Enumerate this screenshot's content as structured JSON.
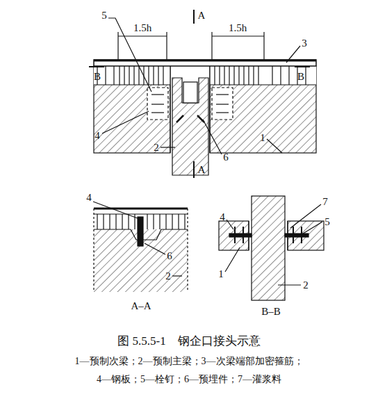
{
  "diagram": {
    "caption": "图 5.5.5-1　钢企口接头示意",
    "labels": [
      "5",
      "1.5h",
      "A",
      "1.5h",
      "3",
      "B",
      "B",
      "4",
      "2",
      "6",
      "1",
      "A",
      "4",
      "6",
      "2",
      "A–A",
      "4",
      "7",
      "5",
      "1",
      "2",
      "B–B",
      "1—预制次梁；2—预制主梁；3—次梁端部加密箍筋；",
      "4—钢板；5—栓钉；6—预埋件；7—灌浆料"
    ]
  }
}
